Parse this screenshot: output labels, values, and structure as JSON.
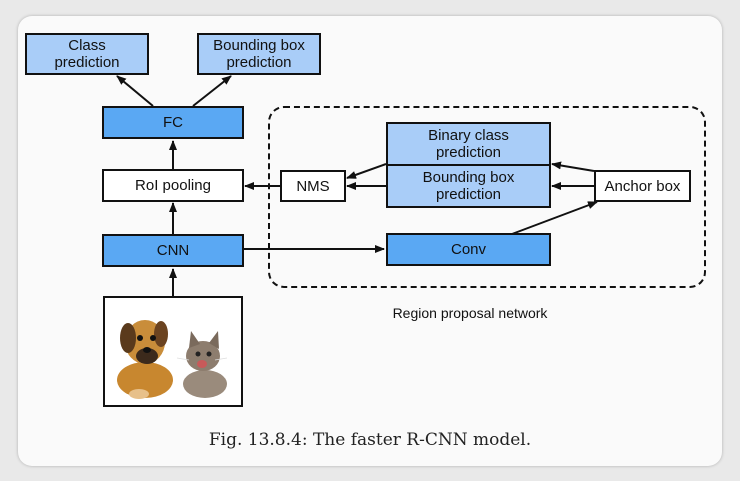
{
  "diagram": {
    "nodes": {
      "class_prediction": "Class\nprediction",
      "bbox_prediction_top": "Bounding box\nprediction",
      "fc": "FC",
      "roi_pooling": "RoI pooling",
      "cnn": "CNN",
      "nms": "NMS",
      "binary_class_prediction": "Binary class\nprediction",
      "bbox_prediction_rpn": "Bounding box\nprediction",
      "anchor_box": "Anchor box",
      "conv": "Conv"
    },
    "region_label": "Region proposal network",
    "image_subject": "puppy-and-kitten-photo",
    "colors": {
      "light_blue": "#a9cdf8",
      "mid_blue": "#5aa8f3",
      "white": "#ffffff"
    }
  },
  "caption": "Fig. 13.8.4: The faster R-CNN model."
}
